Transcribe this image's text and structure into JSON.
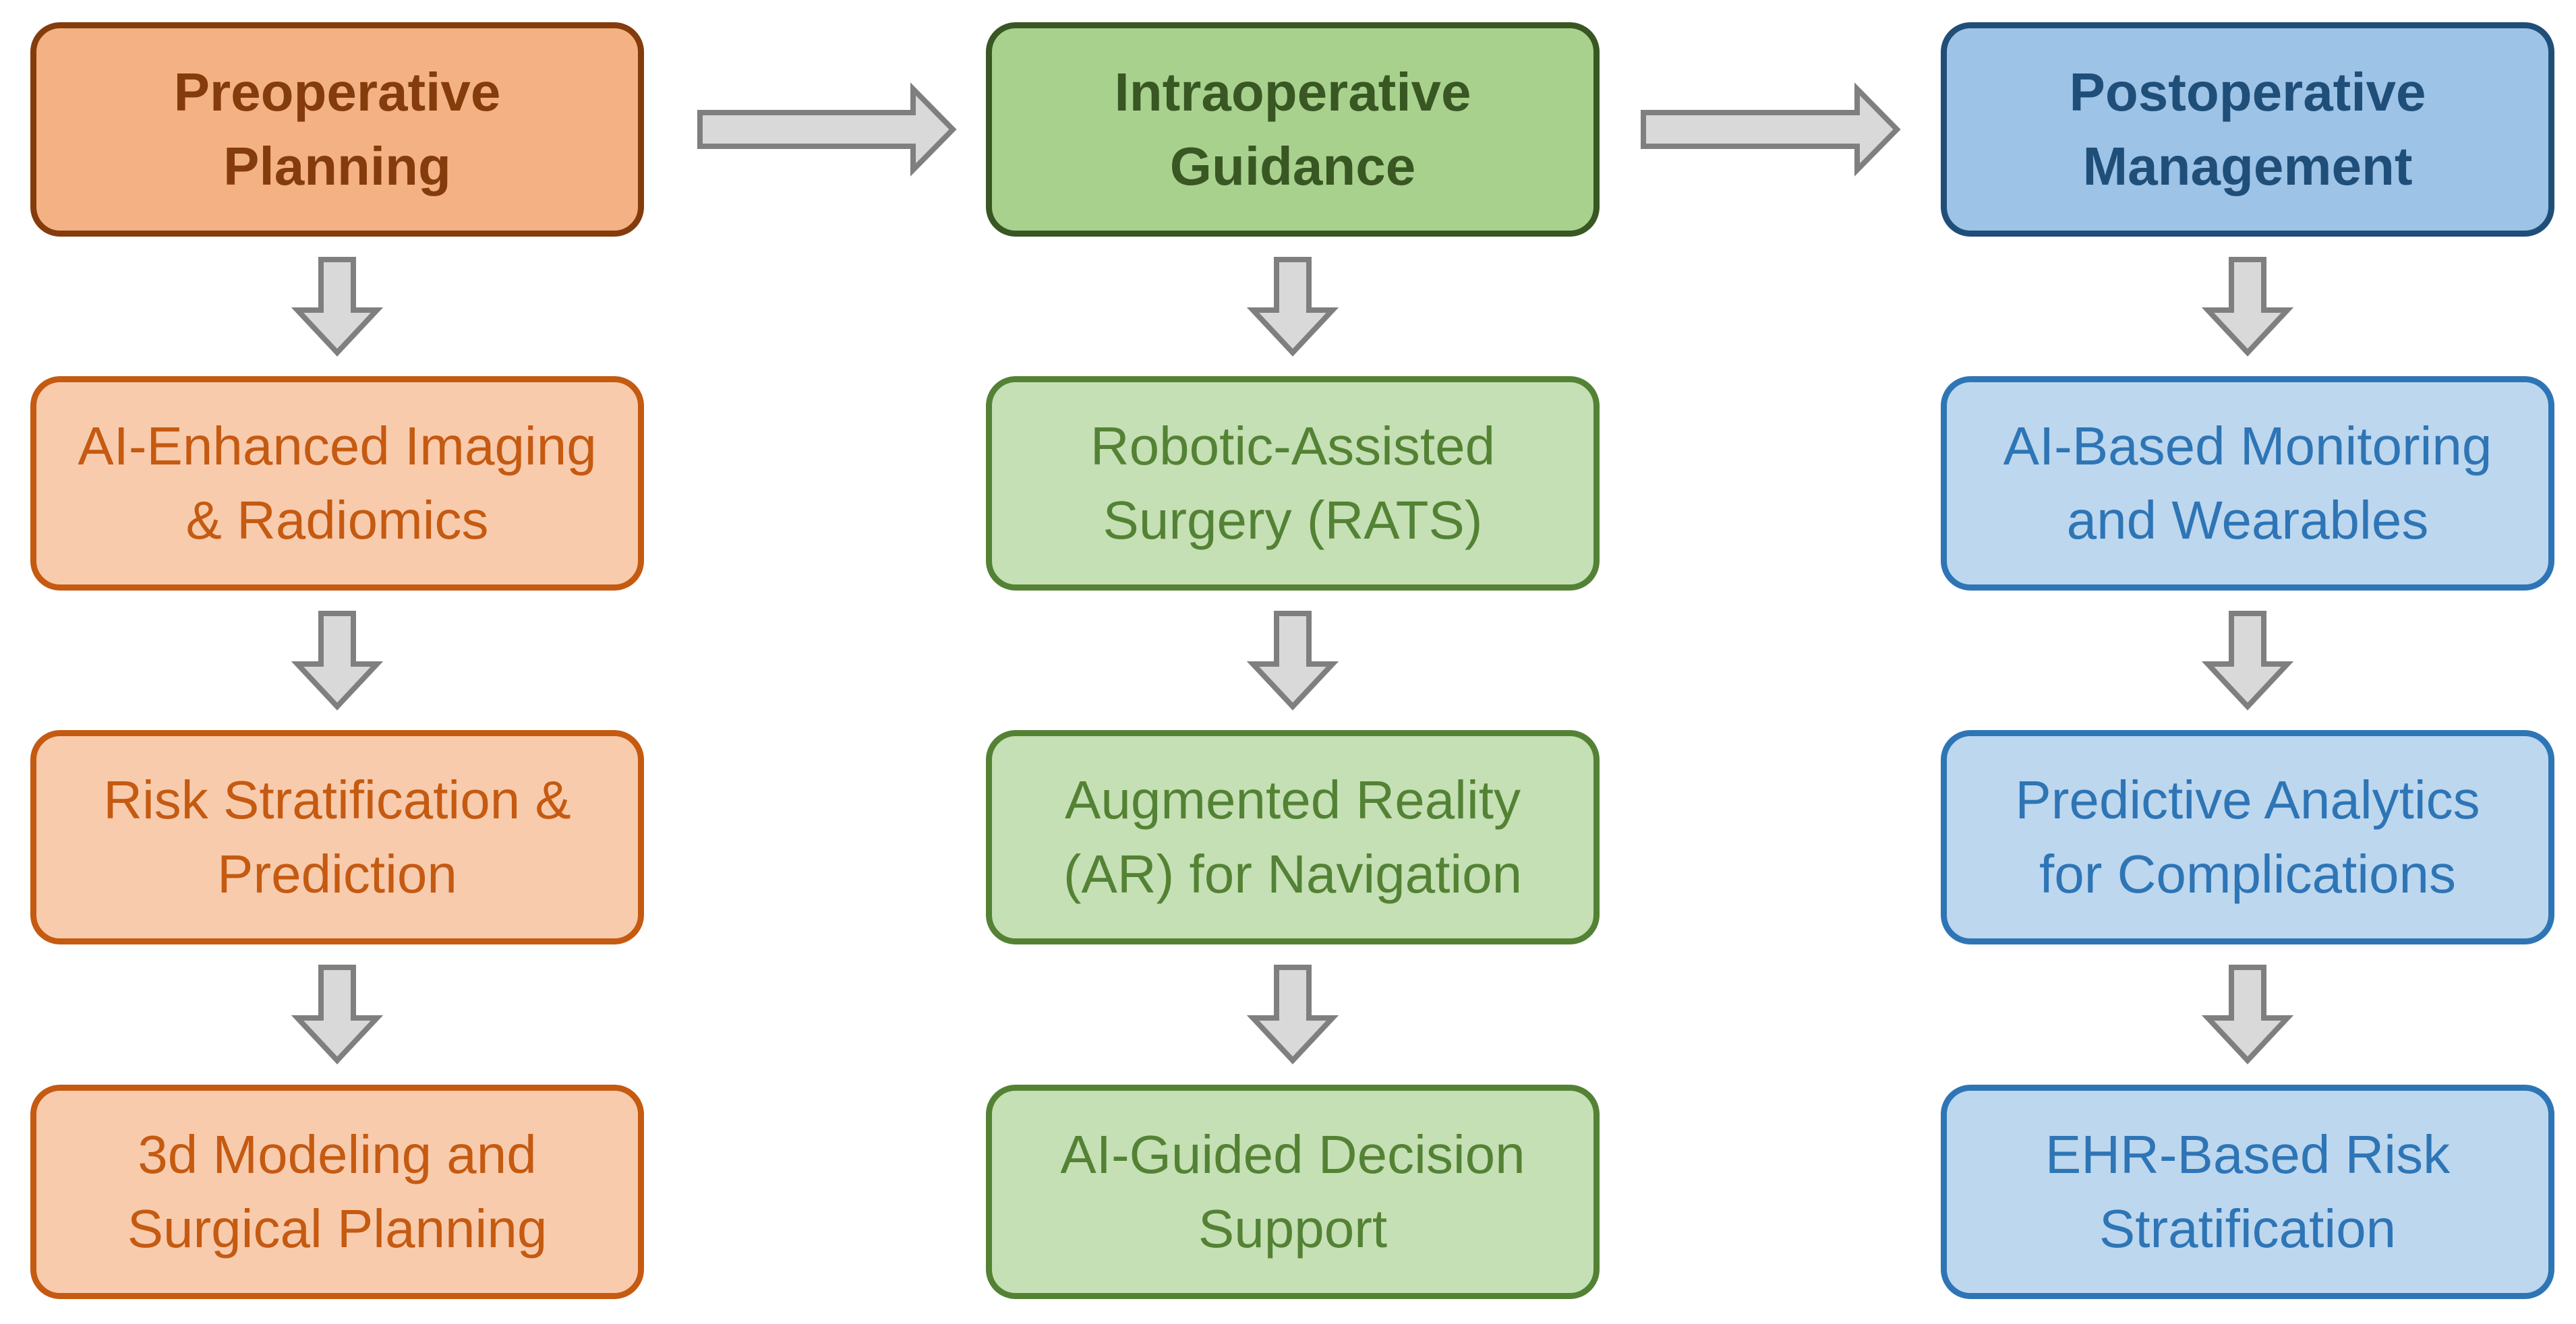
{
  "colors": {
    "arrow_fill": "#d9d9d9",
    "arrow_stroke": "#7f7f7f"
  },
  "columns": [
    {
      "header": "Preoperative\nPlanning",
      "header_fill": "#f4b183",
      "header_border": "#843c0c",
      "header_text": "#843c0c",
      "item_fill": "#f8cbad",
      "item_border": "#c55a11",
      "item_text": "#c55a11",
      "items": [
        "AI-Enhanced Imaging\n& Radiomics",
        "Risk Stratification &\nPrediction",
        "3d Modeling and\nSurgical Planning"
      ]
    },
    {
      "header": "Intraoperative\nGuidance",
      "header_fill": "#a9d18e",
      "header_border": "#385723",
      "header_text": "#385723",
      "item_fill": "#c5e0b4",
      "item_border": "#548235",
      "item_text": "#548235",
      "items": [
        "Robotic-Assisted\nSurgery (RATS)",
        "Augmented Reality\n(AR) for Navigation",
        "AI-Guided Decision\nSupport"
      ]
    },
    {
      "header": "Postoperative\nManagement",
      "header_fill": "#9dc3e6",
      "header_border": "#1f4e79",
      "header_text": "#1f4e79",
      "item_fill": "#bdd7ee",
      "item_border": "#2e75b6",
      "item_text": "#2e75b6",
      "items": [
        "AI-Based Monitoring\nand Wearables",
        "Predictive Analytics\nfor Complications",
        "EHR-Based Risk\nStratification"
      ]
    }
  ]
}
